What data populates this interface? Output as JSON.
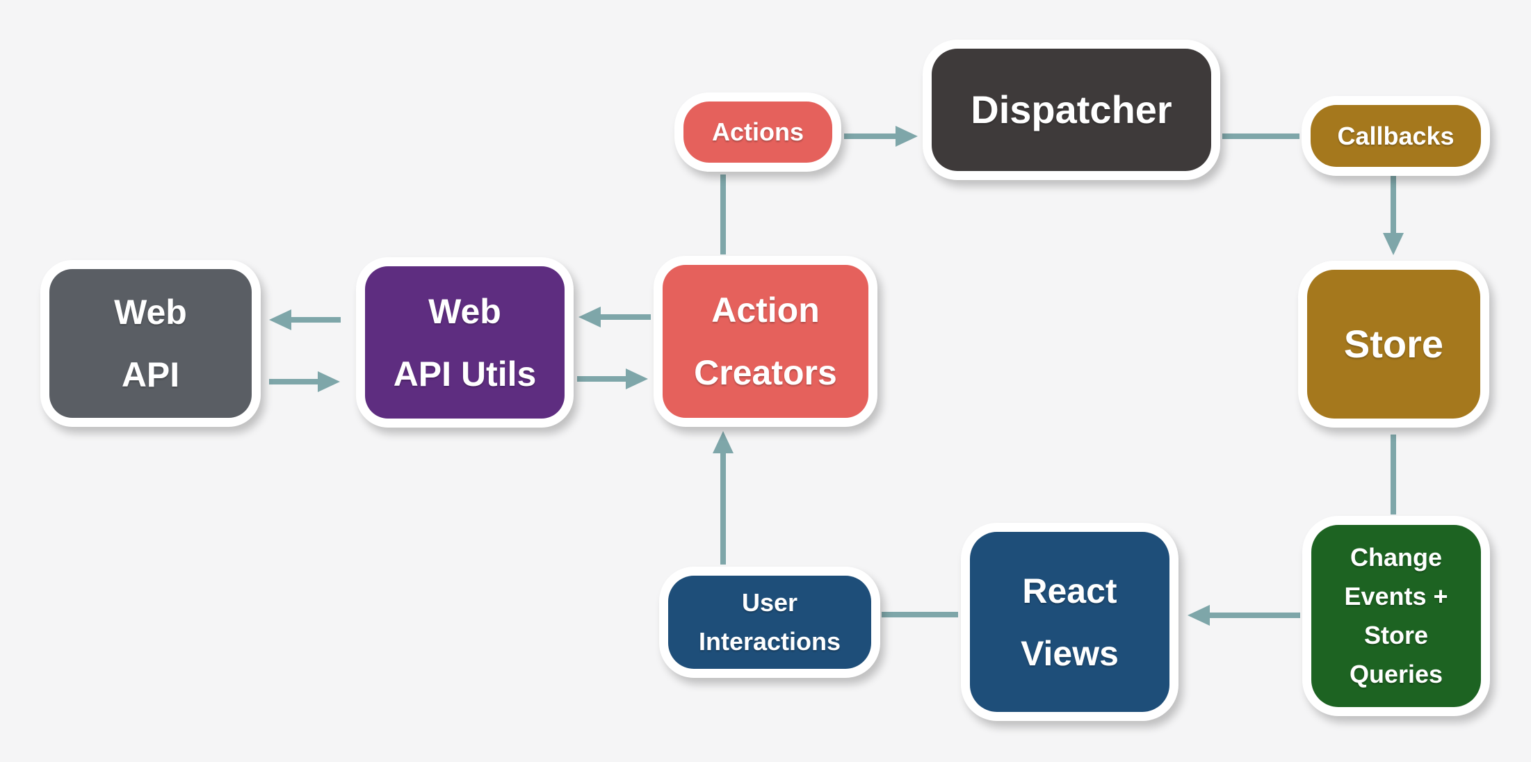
{
  "colors": {
    "background": "#F5F5F6",
    "arrow": "#7EA6A9",
    "node_border": "#FFFFFF",
    "text": "#FFFFFF"
  },
  "nodes": {
    "web_api": {
      "label": "Web API",
      "lines": [
        "Web",
        "API"
      ],
      "color": "#5A5E64"
    },
    "web_api_utils": {
      "label": "Web API Utils",
      "lines": [
        "Web",
        "API Utils"
      ],
      "color": "#5E2D80"
    },
    "action_creators": {
      "label": "Action Creators",
      "lines": [
        "Action",
        "Creators"
      ],
      "color": "#E5615C"
    },
    "actions": {
      "label": "Actions",
      "lines": [
        "Actions"
      ],
      "color": "#E5615C"
    },
    "dispatcher": {
      "label": "Dispatcher",
      "lines": [
        "Dispatcher"
      ],
      "color": "#3E3A3A"
    },
    "callbacks": {
      "label": "Callbacks",
      "lines": [
        "Callbacks"
      ],
      "color": "#A5781D"
    },
    "store": {
      "label": "Store",
      "lines": [
        "Store"
      ],
      "color": "#A5781D"
    },
    "change_events": {
      "label": "Change Events + Store Queries",
      "lines": [
        "Change",
        "Events +",
        "Store",
        "Queries"
      ],
      "color": "#1D6322"
    },
    "react_views": {
      "label": "React Views",
      "lines": [
        "React",
        "Views"
      ],
      "color": "#1E4E79"
    },
    "user_interactions": {
      "label": "User Interactions",
      "lines": [
        "User",
        "Interactions"
      ],
      "color": "#1E4E79"
    }
  },
  "edges": [
    {
      "from": "actions",
      "to": "dispatcher",
      "arrowhead": true
    },
    {
      "from": "dispatcher",
      "to": "callbacks",
      "arrowhead": false
    },
    {
      "from": "callbacks",
      "to": "store",
      "arrowhead": true
    },
    {
      "from": "store",
      "to": "change_events",
      "arrowhead": false
    },
    {
      "from": "change_events",
      "to": "react_views",
      "arrowhead": true
    },
    {
      "from": "react_views",
      "to": "user_interactions",
      "arrowhead": false
    },
    {
      "from": "user_interactions",
      "to": "action_creators",
      "arrowhead": true
    },
    {
      "from": "action_creators",
      "to": "actions",
      "arrowhead": false
    },
    {
      "from": "action_creators",
      "to": "web_api_utils",
      "arrowhead": true
    },
    {
      "from": "web_api_utils",
      "to": "action_creators",
      "arrowhead": true
    },
    {
      "from": "web_api_utils",
      "to": "web_api",
      "arrowhead": true
    },
    {
      "from": "web_api",
      "to": "web_api_utils",
      "arrowhead": true
    }
  ]
}
